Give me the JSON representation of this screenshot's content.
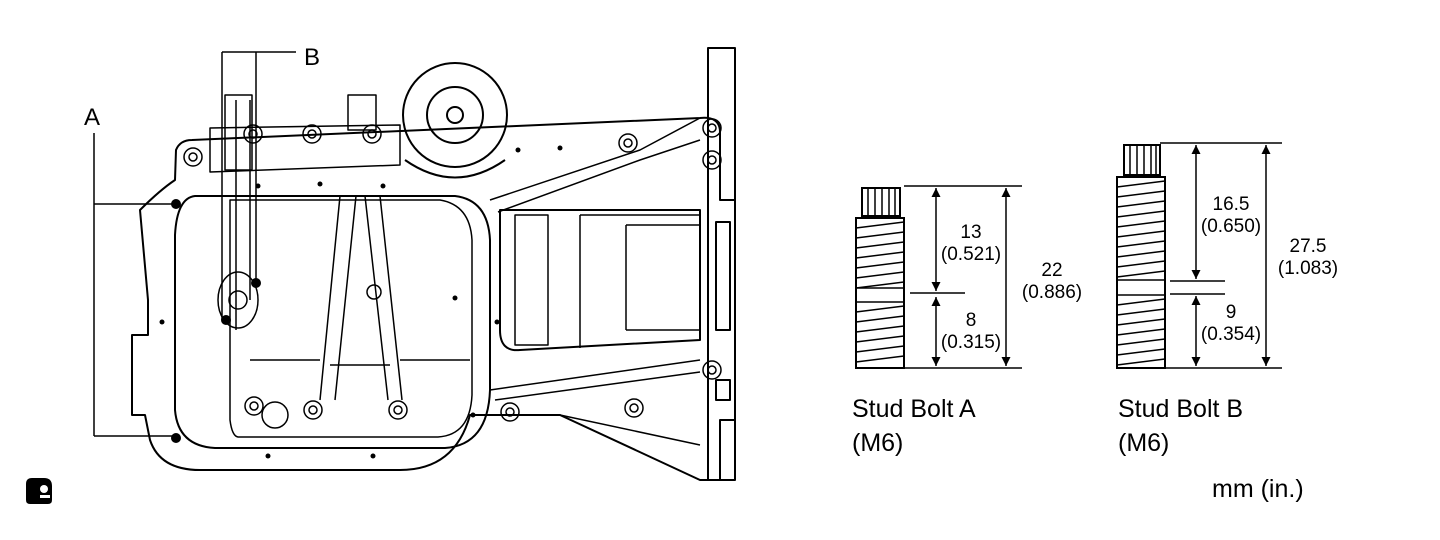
{
  "diagram": {
    "callouts": {
      "a": "A",
      "b": "B"
    },
    "stud_bolt_a": {
      "name": "Stud Bolt A",
      "size": "(M6)",
      "upper_mm": "13",
      "upper_in": "(0.521)",
      "lower_mm": "8",
      "lower_in": "(0.315)",
      "total_mm": "22",
      "total_in": "(0.886)"
    },
    "stud_bolt_b": {
      "name": "Stud Bolt B",
      "size": "(M6)",
      "upper_mm": "16.5",
      "upper_in": "(0.650)",
      "lower_mm": "9",
      "lower_in": "(0.354)",
      "total_mm": "27.5",
      "total_in": "(1.083)"
    },
    "units": "mm (in.)",
    "symbol_icon": "procedure-symbol-icon"
  }
}
